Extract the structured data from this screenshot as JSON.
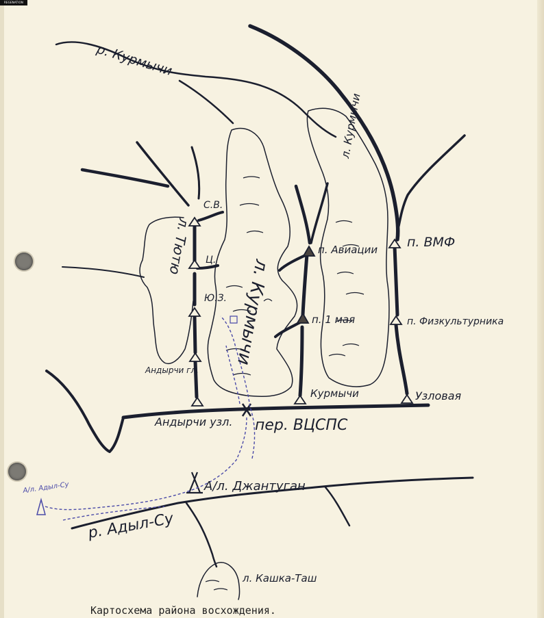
{
  "stamp": "REGENATION",
  "rivers": {
    "kurmychi": "р. Курмычи",
    "adyl_su": "р. Адыл-Су"
  },
  "glaciers": {
    "tyutyu": "л. Тютю",
    "kurmychi": "л. Курмычи",
    "kurmychi_right": "л. Курмычи"
  },
  "peaks": {
    "sv": "С.В.",
    "ts": "Ц.",
    "yuz": "Ю.З.",
    "andyrchi_gl": "Андырчи гл.",
    "vmf": "п. ВМФ",
    "aviatsii": "п. Авиации",
    "fizkulturnika": "п. Физкультурника",
    "may1": "п. 1 мая",
    "kurmychi": "Курмычи",
    "uzlovaya": "Узловая",
    "andyrchi_uzl": "Андырчи узл."
  },
  "passes": {
    "vtsps": "пер. ВЦСПС"
  },
  "camps": {
    "dzhantugan": "А/л. Джантуган",
    "adyl_su": "А/л. Адыл-Су"
  },
  "lakes": {
    "kashka_tash": "л. Кашка-Таш"
  },
  "caption": "Картосхема района восхождения."
}
